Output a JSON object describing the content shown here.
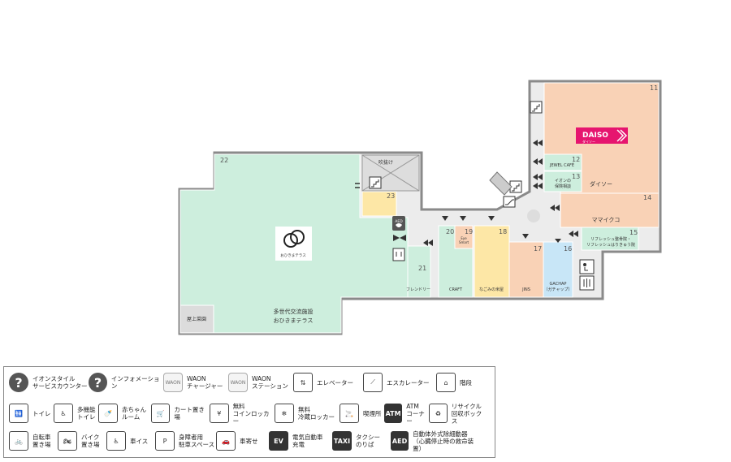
{
  "stores": {
    "s11": {
      "num": "11",
      "logo": "DAISO",
      "logo_sub": "ダイソー",
      "name": "ダイソー"
    },
    "s12": {
      "num": "12",
      "name": "JEWEL CAFÉ"
    },
    "s13": {
      "num": "13",
      "name": "イオンの\n保険相談"
    },
    "s14": {
      "num": "14",
      "name": "ママイクコ"
    },
    "s15": {
      "num": "15",
      "name": "リフレッシュ整骨院・\nリフレッシュはりきゅう院"
    },
    "s16": {
      "num": "16",
      "name": "GACHAP\n（ガチャップ）"
    },
    "s17": {
      "num": "17",
      "name": "JINS"
    },
    "s18": {
      "num": "18",
      "name": "なごみの米屋"
    },
    "s19": {
      "num": "19",
      "name": "Eye\nSmart"
    },
    "s20": {
      "num": "20",
      "name": "CRAFT"
    },
    "s21": {
      "num": "21",
      "name": "フレンドリー"
    },
    "s22": {
      "num": "22",
      "name": "多世代交流施設\nおひきまテラス",
      "logo_caption": "おひきまテラス"
    },
    "s23": {
      "num": "23"
    }
  },
  "map_labels": {
    "void": "吹抜け",
    "rooftop": "屋上菜園",
    "aed": "AED"
  },
  "legend": {
    "rows": [
      [
        {
          "icon": "information-counter-icon",
          "glyph": "?",
          "label": "イオンスタイル\nサービスカウンター"
        },
        {
          "icon": "information-icon",
          "glyph": "?",
          "label": "インフォメーション"
        },
        {
          "icon": "waon-charger-icon",
          "glyph": "WAON",
          "label": "WAON\nチャージャー"
        },
        {
          "icon": "waon-station-icon",
          "glyph": "WAON",
          "label": "WAON\nステーション"
        },
        {
          "icon": "elevator-icon",
          "glyph": "⇅",
          "label": "エレベーター"
        },
        {
          "icon": "escalator-icon",
          "glyph": "⟋",
          "label": "エスカレーター"
        },
        {
          "icon": "stairs-icon",
          "glyph": "⌂",
          "label": "階段"
        }
      ],
      [
        {
          "icon": "restroom-icon",
          "glyph": "🚻",
          "label": "トイレ"
        },
        {
          "icon": "multipurpose-toilet-icon",
          "glyph": "♿",
          "label": "多機能\nトイレ"
        },
        {
          "icon": "baby-room-icon",
          "glyph": "🍼",
          "label": "赤ちゃん\nルーム"
        },
        {
          "icon": "cart-icon",
          "glyph": "🛒",
          "label": "カート置き場"
        },
        {
          "icon": "coin-locker-icon",
          "glyph": "¥",
          "label": "無料\nコインロッカー"
        },
        {
          "icon": "cold-locker-icon",
          "glyph": "❄",
          "label": "無料\n冷蔵ロッカー"
        },
        {
          "icon": "smoking-area-icon",
          "glyph": "🚬",
          "label": "喫煙所"
        },
        {
          "icon": "atm-icon",
          "glyph": "ATM",
          "label": "ATM\nコーナー"
        },
        {
          "icon": "recycle-box-icon",
          "glyph": "♻",
          "label": "リサイクル\n回収ボックス"
        }
      ],
      [
        {
          "icon": "bicycle-parking-icon",
          "glyph": "🚲",
          "label": "自転車\n置き場"
        },
        {
          "icon": "motorbike-parking-icon",
          "glyph": "🏍",
          "label": "バイク\n置き場"
        },
        {
          "icon": "wheelchair-icon",
          "glyph": "♿",
          "label": "車イス"
        },
        {
          "icon": "accessible-parking-icon",
          "glyph": "P",
          "label": "身障者用\n駐車スペース"
        },
        {
          "icon": "drop-off-icon",
          "glyph": "🚗",
          "label": "車寄せ"
        },
        {
          "icon": "ev-charger-icon",
          "glyph": "EV",
          "label": "電気自動車\n充電"
        },
        {
          "icon": "taxi-icon",
          "glyph": "TAXI",
          "label": "タクシー\nのりば"
        },
        {
          "icon": "aed-icon",
          "glyph": "AED",
          "label": "自動体外式除細動器\n（心臓停止時の救命装置）"
        }
      ]
    ]
  },
  "colors": {
    "mint": "#cdeedd",
    "peach": "#f9d2b6",
    "yellow": "#fde7a6",
    "blue": "#c8e6f7",
    "daiso_pink": "#e6156f",
    "outline": "#8a8a8a"
  }
}
